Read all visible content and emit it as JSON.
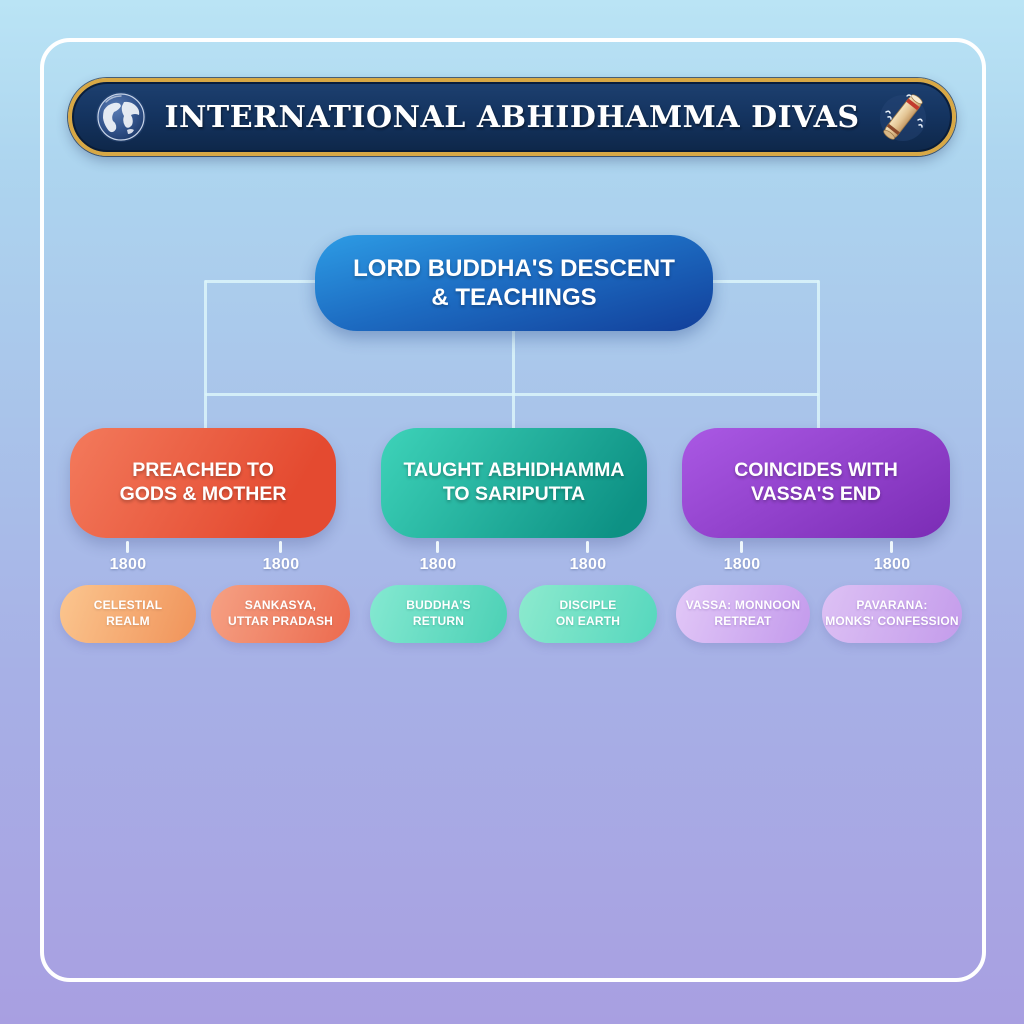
{
  "banner": {
    "title": "INTERNATIONAL ABHIDHAMMA DIVAS",
    "left_icon": "globe-icon",
    "right_icon": "scroll-icon",
    "colors": {
      "background": "#14335f",
      "border_gold": "#d8a845",
      "text": "#ffffff"
    }
  },
  "root_node": {
    "label": "LORD BUDDHA'S DESCENT\n& TEACHINGS",
    "color": "#1a57b0"
  },
  "branches": [
    {
      "label": "PREACHED TO\nGODS & MOTHER",
      "color": "#e8503a",
      "children": [
        {
          "year": "1800",
          "label": "CELESTIAL\nREALM",
          "color": "#f5a86e"
        },
        {
          "year": "1800",
          "label": "SANKASYA,\nUTTAR PRADASH",
          "color": "#f08265"
        }
      ]
    },
    {
      "label": "TAUGHT ABHIDHAMMA\nTO SARIPUTTA",
      "color": "#16a897",
      "children": [
        {
          "year": "1800",
          "label": "BUDDHA'S\nRETURN",
          "color": "#67dcc2"
        },
        {
          "year": "1800",
          "label": "DISCIPLE\nON EARTH",
          "color": "#74e0c8"
        }
      ]
    },
    {
      "label": "COINCIDES WITH\nVASSA'S END",
      "color": "#9440cf",
      "children": [
        {
          "year": "1800",
          "label": "VASSA: MONNOON\nRETREAT",
          "color": "#d2aff0"
        },
        {
          "year": "1800",
          "label": "PAVARANA:\nMONKS' CONFESSION",
          "color": "#cfa9ef"
        }
      ]
    }
  ],
  "connector_color": "#dcf5fa",
  "background_gradient": [
    "#bae4f5",
    "#a9c4ea",
    "#a89fe1"
  ]
}
